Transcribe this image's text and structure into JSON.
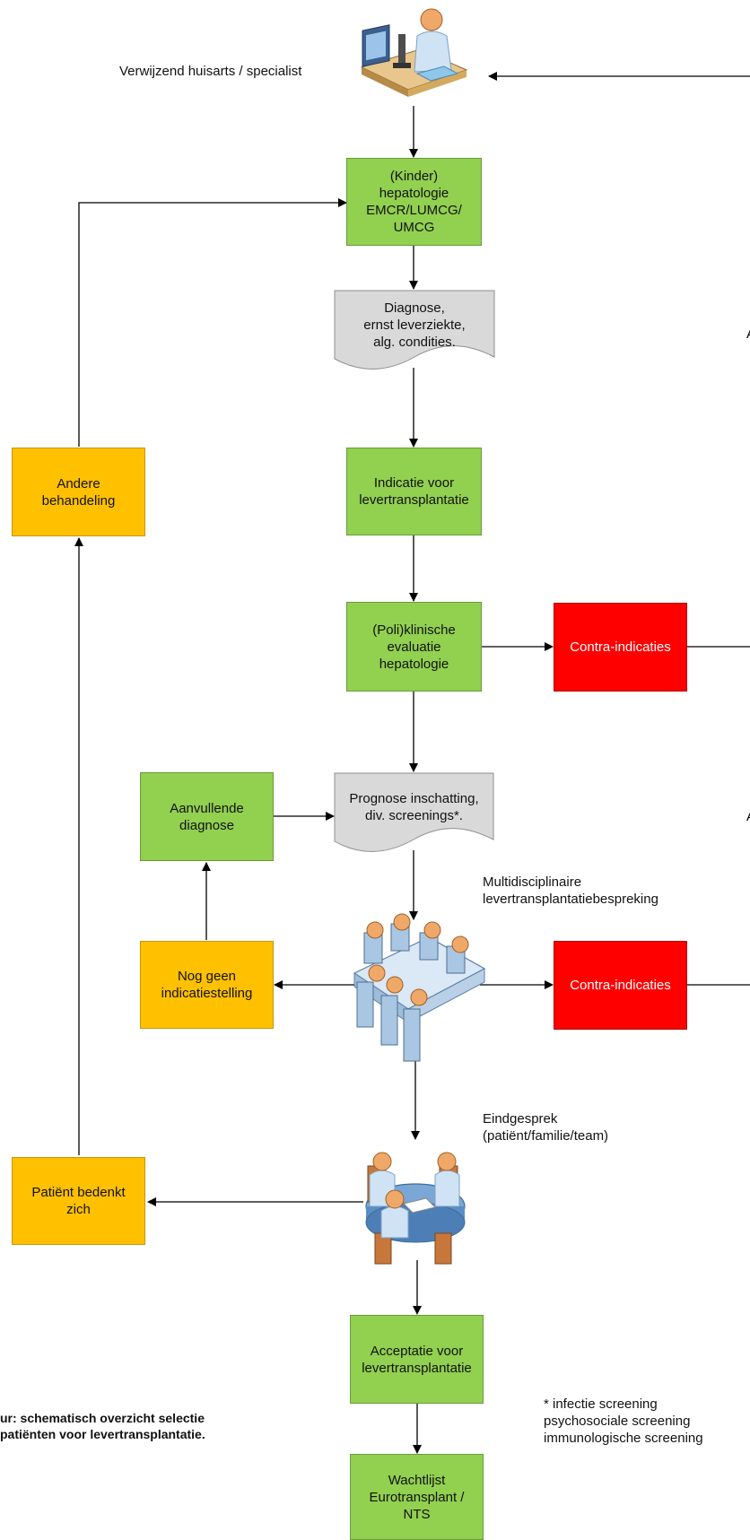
{
  "referrer": {
    "label": "Verwijzend huisarts / specialist",
    "icon": "doctor-at-desk-icon"
  },
  "hepatologie": {
    "label": "(Kinder)\nhepatologie\nEMCR/LUMCG/\nUMCG"
  },
  "diagnose_doc": {
    "label": "Diagnose,\nernst leverziekte,\nalg. condities."
  },
  "indicatie": {
    "label": "Indicatie voor\nlevertransplantatie"
  },
  "andere_behandeling": {
    "label": "Andere\nbehandeling"
  },
  "poli_evaluatie": {
    "label": "(Poli)klinische\nevaluatie\nhepatologie"
  },
  "contra_1": {
    "label": "Contra-indicaties"
  },
  "aanvullende_diagnose": {
    "label": "Aanvullende\ndiagnose"
  },
  "prognose_doc": {
    "label": "Prognose inschatting,\ndiv. screenings*."
  },
  "mdo_label": {
    "label": "Multidisciplinaire\nlevertransplantatiebespreking",
    "icon": "team-meeting-icon"
  },
  "nog_geen": {
    "label": "Nog geen\nindicatiestelling"
  },
  "contra_2": {
    "label": "Contra-indicaties"
  },
  "eindgesprek_label": {
    "label": "Eindgesprek\n(patiënt/familie/team)",
    "icon": "round-table-meeting-icon"
  },
  "patient_bedenkt": {
    "label": "Patiënt bedenkt\nzich"
  },
  "acceptatie": {
    "label": "Acceptatie voor\nlevertransplantatie"
  },
  "caption": {
    "label": "ur: schematisch overzicht selectie\npatiënten voor levertransplantatie."
  },
  "footnote": {
    "label": "* infectie screening\n  psychosociale screening\n  immunologische screening"
  },
  "wachtlijst": {
    "label": "Wachtlijst\nEurotransplant /\nNTS"
  },
  "colors": {
    "green": "#92d050",
    "orange": "#ffc000",
    "red": "#ff0000",
    "doc_gray": "#d9d9d9"
  }
}
